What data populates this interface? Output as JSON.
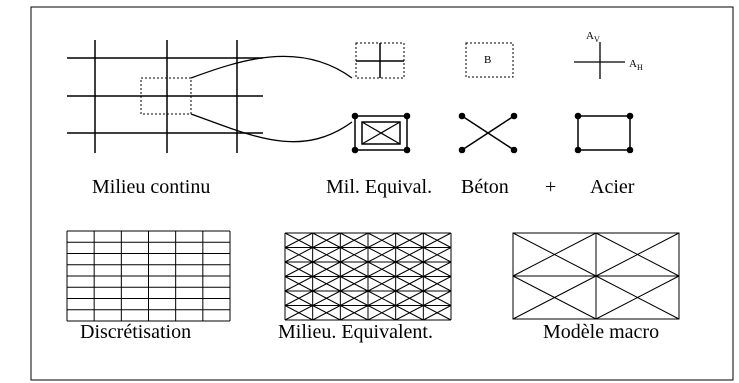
{
  "labels": {
    "continuum": "Milieu continu",
    "equiv": "Mil. Equival.",
    "beton": "Béton",
    "plus": "+",
    "acier": "Acier",
    "discret": "Discrétisation",
    "milieu_eq": "Milieu. Equivalent.",
    "macro": "Modèle macro"
  },
  "glyphs": {
    "b_box": "B",
    "av": "A",
    "av_sub": "V",
    "ah": "A",
    "ah_sub": "H"
  }
}
